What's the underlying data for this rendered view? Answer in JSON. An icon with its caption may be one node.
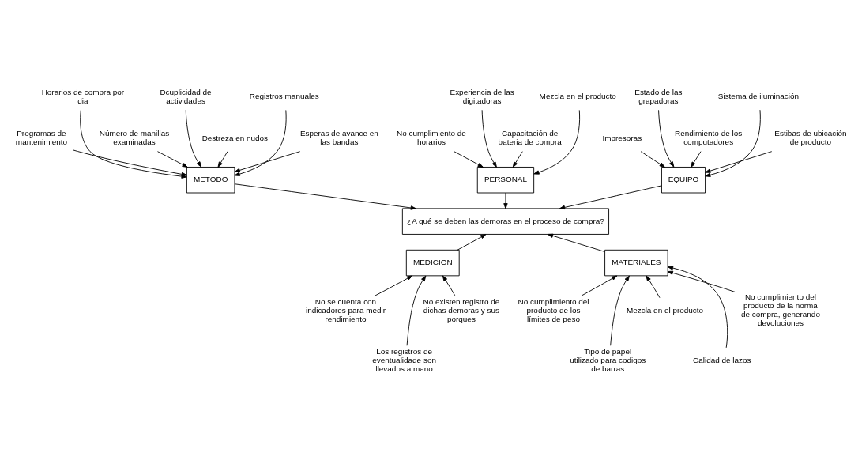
{
  "diagram": {
    "nodes": [
      {
        "text": [
          "EQUIPO"
        ]
      },
      {
        "text": [
          "METODO"
        ]
      },
      {
        "text": [
          "PERSONAL"
        ]
      },
      {
        "text": [
          "Impresoras"
        ]
      },
      {
        "text": [
          "Estado de las grapadoras"
        ]
      },
      {
        "text": [
          "Rendimiento de los computadores"
        ]
      },
      {
        "text": [
          "Sistema de iluminación"
        ]
      },
      {
        "text": [
          "Estibas de ubicación de producto"
        ]
      },
      {
        "text": [
          "Programas de mantenimiento"
        ]
      },
      {
        "text": [
          "Horarios de compra por dia"
        ]
      },
      {
        "text": [
          "Número de manillas examinadas"
        ]
      },
      {
        "text": [
          "Dcuplicidad de actividades"
        ]
      },
      {
        "text": [
          "Destreza en nudos"
        ]
      },
      {
        "text": [
          "Registros manuales"
        ]
      },
      {
        "text": [
          "Esperas de avance en las bandas"
        ]
      },
      {
        "text": [
          "No cumplimiento de horarios"
        ]
      },
      {
        "text": [
          "Experiencia de las digitadoras"
        ]
      },
      {
        "text": [
          "Capacitación de bateria de compra"
        ]
      },
      {
        "text": [
          "Mezcla en el producto"
        ]
      },
      {
        "text": [
          "¿A qué se deben las demoras en el proceso de compra?"
        ]
      },
      {
        "text": [
          "No se cuenta con indicadores para medir rendimiento"
        ]
      },
      {
        "text": [
          "Los registros de eventualidade son llevados a mano"
        ]
      },
      {
        "text": [
          "No existen registro de dichas demoras y sus porques"
        ]
      },
      {
        "text": [
          "No cumplimiento del producto de los límites de peso"
        ]
      },
      {
        "text": [
          "Tipo de papel utilizado para codigos de barras"
        ]
      },
      {
        "text": [
          "Mezcla en el producto"
        ]
      },
      {
        "text": [
          "Calidad de lazos"
        ]
      },
      {
        "text": [
          "No cumplimiento del producto de la norma de compra, generando devoluciones"
        ]
      },
      {
        "text": [
          "MEDICION"
        ]
      },
      {
        "text": [
          "MATERIALES"
        ]
      }
    ],
    "edges": [
      {
        "from": 3,
        "to": 0,
        "arrow": "to"
      },
      {
        "from": 4,
        "to": 0,
        "arrow": "to"
      },
      {
        "from": 5,
        "to": 0,
        "arrow": "to"
      },
      {
        "from": 6,
        "to": 0,
        "arrow": "to"
      },
      {
        "from": 7,
        "to": 0,
        "arrow": "to"
      },
      {
        "from": 8,
        "to": 1,
        "arrow": "to"
      },
      {
        "from": 9,
        "to": 1,
        "arrow": "to"
      },
      {
        "from": 10,
        "to": 1,
        "arrow": "to"
      },
      {
        "from": 11,
        "to": 1,
        "arrow": "to"
      },
      {
        "from": 12,
        "to": 1,
        "arrow": "to"
      },
      {
        "from": 13,
        "to": 1,
        "arrow": "to"
      },
      {
        "from": 14,
        "to": 1,
        "arrow": "to"
      },
      {
        "from": 15,
        "to": 2,
        "arrow": "to"
      },
      {
        "from": 16,
        "to": 2,
        "arrow": "to"
      },
      {
        "from": 17,
        "to": 2,
        "arrow": "to"
      },
      {
        "from": 18,
        "to": 2,
        "arrow": "to"
      },
      {
        "from": 20,
        "to": 28,
        "arrow": "to"
      },
      {
        "from": 21,
        "to": 28,
        "arrow": "to"
      },
      {
        "from": 22,
        "to": 28,
        "arrow": "to"
      },
      {
        "from": 23,
        "to": 29,
        "arrow": "to"
      },
      {
        "from": 24,
        "to": 29,
        "arrow": "to"
      },
      {
        "from": 25,
        "to": 29,
        "arrow": "to"
      },
      {
        "from": 26,
        "to": 29,
        "arrow": "to"
      },
      {
        "from": 27,
        "to": 29,
        "arrow": "to"
      },
      {
        "from": 0,
        "to": 19,
        "arrow": "to"
      },
      {
        "from": 1,
        "to": 19,
        "arrow": "to"
      },
      {
        "from": 2,
        "to": 19,
        "arrow": "to"
      },
      {
        "from": 28,
        "to": 19,
        "arrow": "to"
      },
      {
        "from": 29,
        "to": 19,
        "arrow": "to"
      }
    ]
  }
}
